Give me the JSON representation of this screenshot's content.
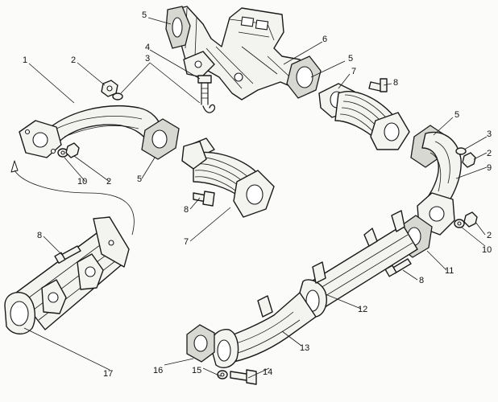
{
  "callouts": [
    {
      "id": "c1",
      "label": "1"
    },
    {
      "id": "c2a",
      "label": "2"
    },
    {
      "id": "c2b",
      "label": "2"
    },
    {
      "id": "c2c",
      "label": "2"
    },
    {
      "id": "c2d",
      "label": "2"
    },
    {
      "id": "c3a",
      "label": "3"
    },
    {
      "id": "c3b",
      "label": "3"
    },
    {
      "id": "c4",
      "label": "4"
    },
    {
      "id": "c5a",
      "label": "5"
    },
    {
      "id": "c5b",
      "label": "5"
    },
    {
      "id": "c5c",
      "label": "5"
    },
    {
      "id": "c5d",
      "label": "5"
    },
    {
      "id": "c6",
      "label": "6"
    },
    {
      "id": "c7a",
      "label": "7"
    },
    {
      "id": "c7b",
      "label": "7"
    },
    {
      "id": "c8a",
      "label": "8"
    },
    {
      "id": "c8b",
      "label": "8"
    },
    {
      "id": "c8c",
      "label": "8"
    },
    {
      "id": "c8d",
      "label": "8"
    },
    {
      "id": "c9",
      "label": "9"
    },
    {
      "id": "c10a",
      "label": "10"
    },
    {
      "id": "c10b",
      "label": "10"
    },
    {
      "id": "c11",
      "label": "11"
    },
    {
      "id": "c12",
      "label": "12"
    },
    {
      "id": "c13",
      "label": "13"
    },
    {
      "id": "c14",
      "label": "14"
    },
    {
      "id": "c15",
      "label": "15"
    },
    {
      "id": "c16",
      "label": "16"
    },
    {
      "id": "c17",
      "label": "17"
    }
  ]
}
